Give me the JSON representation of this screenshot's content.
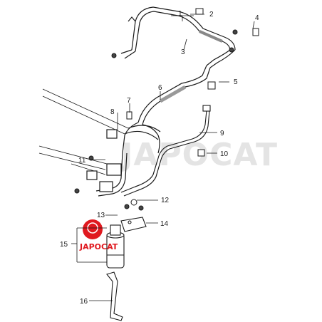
{
  "watermark": {
    "text": "JAPOCAT"
  },
  "badge": {
    "text": "JAPOCAT",
    "color": "#e0191f"
  },
  "callouts": [
    {
      "id": "1",
      "label": "1"
    },
    {
      "id": "2",
      "label": "2"
    },
    {
      "id": "3",
      "label": "3"
    },
    {
      "id": "4",
      "label": "4"
    },
    {
      "id": "5",
      "label": "5"
    },
    {
      "id": "6",
      "label": "6"
    },
    {
      "id": "7",
      "label": "7"
    },
    {
      "id": "8",
      "label": "8"
    },
    {
      "id": "9",
      "label": "9"
    },
    {
      "id": "10",
      "label": "10"
    },
    {
      "id": "11",
      "label": "11"
    },
    {
      "id": "12",
      "label": "12"
    },
    {
      "id": "13",
      "label": "13"
    },
    {
      "id": "14",
      "label": "14"
    },
    {
      "id": "15",
      "label": "15"
    },
    {
      "id": "16",
      "label": "16"
    }
  ]
}
